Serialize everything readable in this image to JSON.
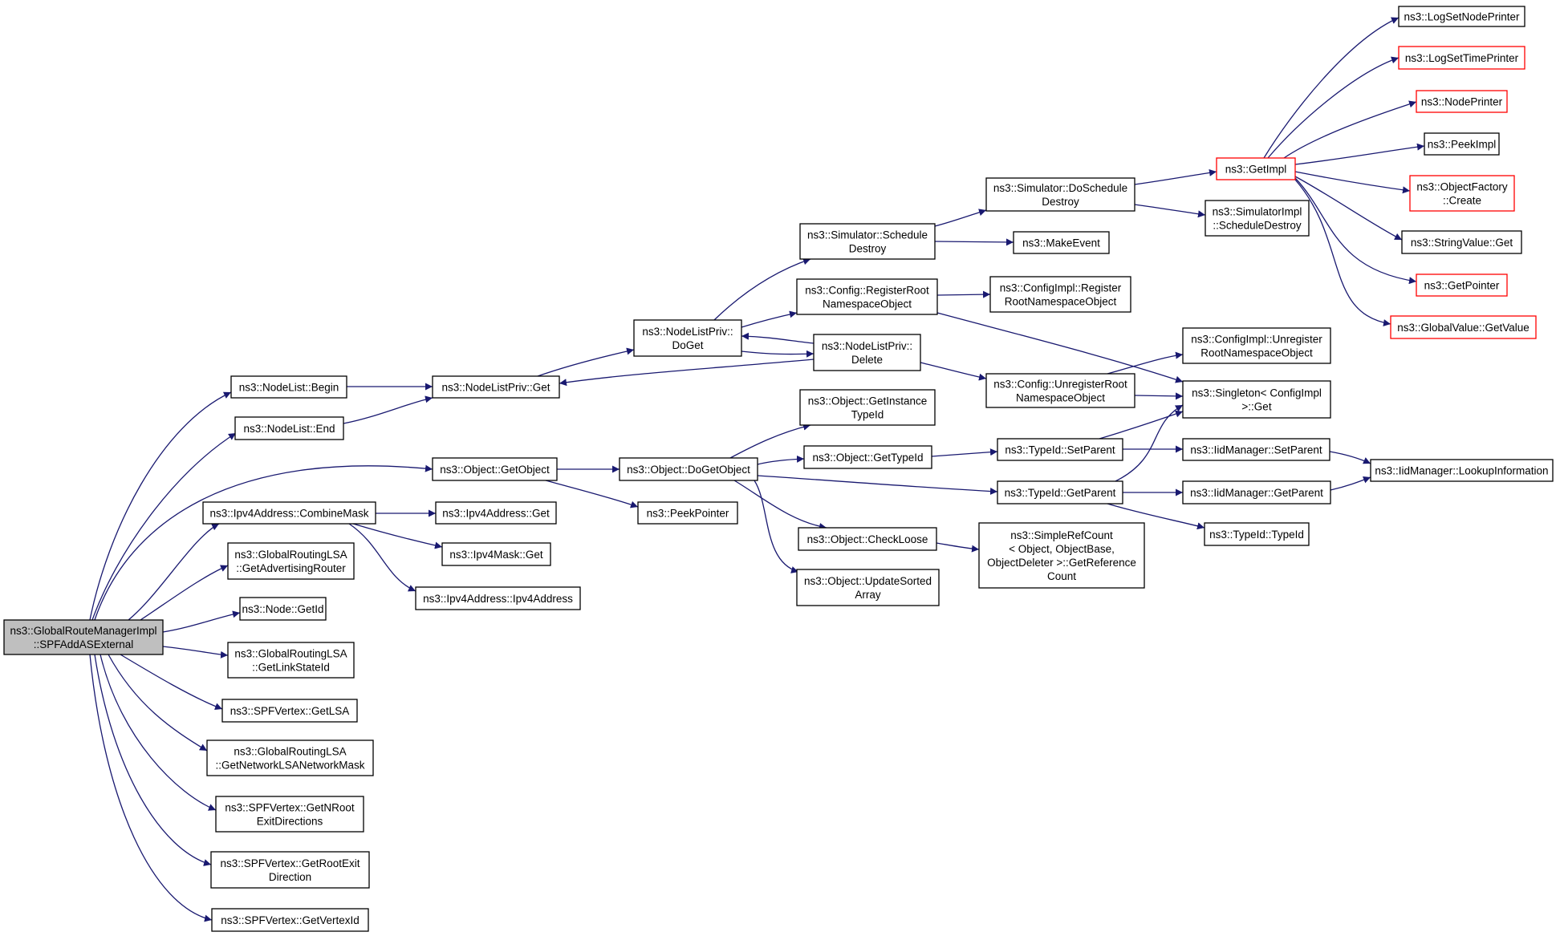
{
  "colors": {
    "edge": "#191970",
    "node_border": "#000000",
    "node_border_truncated": "#ff0000",
    "root_fill": "#bfbfbf",
    "node_fill": "#ffffff",
    "background": "#ffffff"
  },
  "nodes": {
    "root": {
      "lines": [
        "ns3::GlobalRouteManagerImpl",
        "::SPFAddASExternal"
      ],
      "kind": "root"
    },
    "nl_begin": {
      "lines": [
        "ns3::NodeList::Begin"
      ],
      "kind": "normal"
    },
    "nl_end": {
      "lines": [
        "ns3::NodeList::End"
      ],
      "kind": "normal"
    },
    "obj_getobject": {
      "lines": [
        "ns3::Object::GetObject"
      ],
      "kind": "normal"
    },
    "ipv4_combinemask": {
      "lines": [
        "ns3::Ipv4Address::CombineMask"
      ],
      "kind": "normal"
    },
    "grlsa_advrouter": {
      "lines": [
        "ns3::GlobalRoutingLSA",
        "::GetAdvertisingRouter"
      ],
      "kind": "normal"
    },
    "node_getid": {
      "lines": [
        "ns3::Node::GetId"
      ],
      "kind": "normal"
    },
    "grlsa_linkstateid": {
      "lines": [
        "ns3::GlobalRoutingLSA",
        "::GetLinkStateId"
      ],
      "kind": "normal"
    },
    "spf_getlsa": {
      "lines": [
        "ns3::SPFVertex::GetLSA"
      ],
      "kind": "normal"
    },
    "grlsa_netmask": {
      "lines": [
        "ns3::GlobalRoutingLSA",
        "::GetNetworkLSANetworkMask"
      ],
      "kind": "normal"
    },
    "spf_nroot": {
      "lines": [
        "ns3::SPFVertex::GetNRoot",
        "ExitDirections"
      ],
      "kind": "normal"
    },
    "spf_rootexit": {
      "lines": [
        "ns3::SPFVertex::GetRootExit",
        "Direction"
      ],
      "kind": "normal"
    },
    "spf_vertexid": {
      "lines": [
        "ns3::SPFVertex::GetVertexId"
      ],
      "kind": "normal"
    },
    "nlp_get": {
      "lines": [
        "ns3::NodeListPriv::Get"
      ],
      "kind": "normal"
    },
    "ipv4addr_get": {
      "lines": [
        "ns3::Ipv4Address::Get"
      ],
      "kind": "normal"
    },
    "ipv4mask_get": {
      "lines": [
        "ns3::Ipv4Mask::Get"
      ],
      "kind": "normal"
    },
    "ipv4addr_ctor": {
      "lines": [
        "ns3::Ipv4Address::Ipv4Address"
      ],
      "kind": "normal"
    },
    "nlp_doget": {
      "lines": [
        "ns3::NodeListPriv::",
        "DoGet"
      ],
      "kind": "normal"
    },
    "obj_dogetobject": {
      "lines": [
        "ns3::Object::DoGetObject"
      ],
      "kind": "normal"
    },
    "peekpointer": {
      "lines": [
        "ns3::PeekPointer"
      ],
      "kind": "normal"
    },
    "sim_schedule_destroy": {
      "lines": [
        "ns3::Simulator::Schedule",
        "Destroy"
      ],
      "kind": "normal"
    },
    "cfg_register_root": {
      "lines": [
        "ns3::Config::RegisterRoot",
        "NamespaceObject"
      ],
      "kind": "normal"
    },
    "nlp_delete": {
      "lines": [
        "ns3::NodeListPriv::",
        "Delete"
      ],
      "kind": "normal"
    },
    "obj_getinstance": {
      "lines": [
        "ns3::Object::GetInstance",
        "TypeId"
      ],
      "kind": "normal"
    },
    "obj_gettypeid": {
      "lines": [
        "ns3::Object::GetTypeId"
      ],
      "kind": "normal"
    },
    "obj_checkloose": {
      "lines": [
        "ns3::Object::CheckLoose"
      ],
      "kind": "normal"
    },
    "obj_updatesorted": {
      "lines": [
        "ns3::Object::UpdateSorted",
        "Array"
      ],
      "kind": "normal"
    },
    "sim_doschedule": {
      "lines": [
        "ns3::Simulator::DoSchedule",
        "Destroy"
      ],
      "kind": "normal"
    },
    "makeevent": {
      "lines": [
        "ns3::MakeEvent"
      ],
      "kind": "normal"
    },
    "cfgimpl_register": {
      "lines": [
        "ns3::ConfigImpl::Register",
        "RootNamespaceObject"
      ],
      "kind": "normal"
    },
    "cfg_unregister": {
      "lines": [
        "ns3::Config::UnregisterRoot",
        "NamespaceObject"
      ],
      "kind": "normal"
    },
    "typeid_setparent": {
      "lines": [
        "ns3::TypeId::SetParent"
      ],
      "kind": "normal"
    },
    "typeid_getparent": {
      "lines": [
        "ns3::TypeId::GetParent"
      ],
      "kind": "normal"
    },
    "simplerefcount": {
      "lines": [
        "ns3::SimpleRefCount",
        "< Object, ObjectBase,",
        " ObjectDeleter >::GetReference",
        "Count"
      ],
      "kind": "normal"
    },
    "getimpl": {
      "lines": [
        "ns3::GetImpl"
      ],
      "kind": "truncated"
    },
    "simimpl_scheduledestroy": {
      "lines": [
        "ns3::SimulatorImpl",
        "::ScheduleDestroy"
      ],
      "kind": "normal"
    },
    "cfgimpl_unregister": {
      "lines": [
        "ns3::ConfigImpl::Unregister",
        "RootNamespaceObject"
      ],
      "kind": "normal"
    },
    "singleton_get": {
      "lines": [
        "ns3::Singleton< ConfigImpl",
        " >::Get"
      ],
      "kind": "normal"
    },
    "iidmgr_setparent": {
      "lines": [
        "ns3::IidManager::SetParent"
      ],
      "kind": "normal"
    },
    "iidmgr_getparent": {
      "lines": [
        "ns3::IidManager::GetParent"
      ],
      "kind": "normal"
    },
    "typeid_typeid": {
      "lines": [
        "ns3::TypeId::TypeId"
      ],
      "kind": "normal"
    },
    "iidmgr_lookup": {
      "lines": [
        "ns3::IidManager::LookupInformation"
      ],
      "kind": "normal"
    },
    "logsetnodeprinter": {
      "lines": [
        "ns3::LogSetNodePrinter"
      ],
      "kind": "normal"
    },
    "logsettimeprinter": {
      "lines": [
        "ns3::LogSetTimePrinter"
      ],
      "kind": "truncated"
    },
    "nodeprinter": {
      "lines": [
        "ns3::NodePrinter"
      ],
      "kind": "truncated"
    },
    "peekimpl": {
      "lines": [
        "ns3::PeekImpl"
      ],
      "kind": "normal"
    },
    "objfactory_create": {
      "lines": [
        "ns3::ObjectFactory",
        "::Create"
      ],
      "kind": "truncated"
    },
    "stringvalue_get": {
      "lines": [
        "ns3::StringValue::Get"
      ],
      "kind": "normal"
    },
    "getpointer": {
      "lines": [
        "ns3::GetPointer"
      ],
      "kind": "truncated"
    },
    "globalvalue_getvalue": {
      "lines": [
        "ns3::GlobalValue::GetValue"
      ],
      "kind": "truncated"
    }
  }
}
